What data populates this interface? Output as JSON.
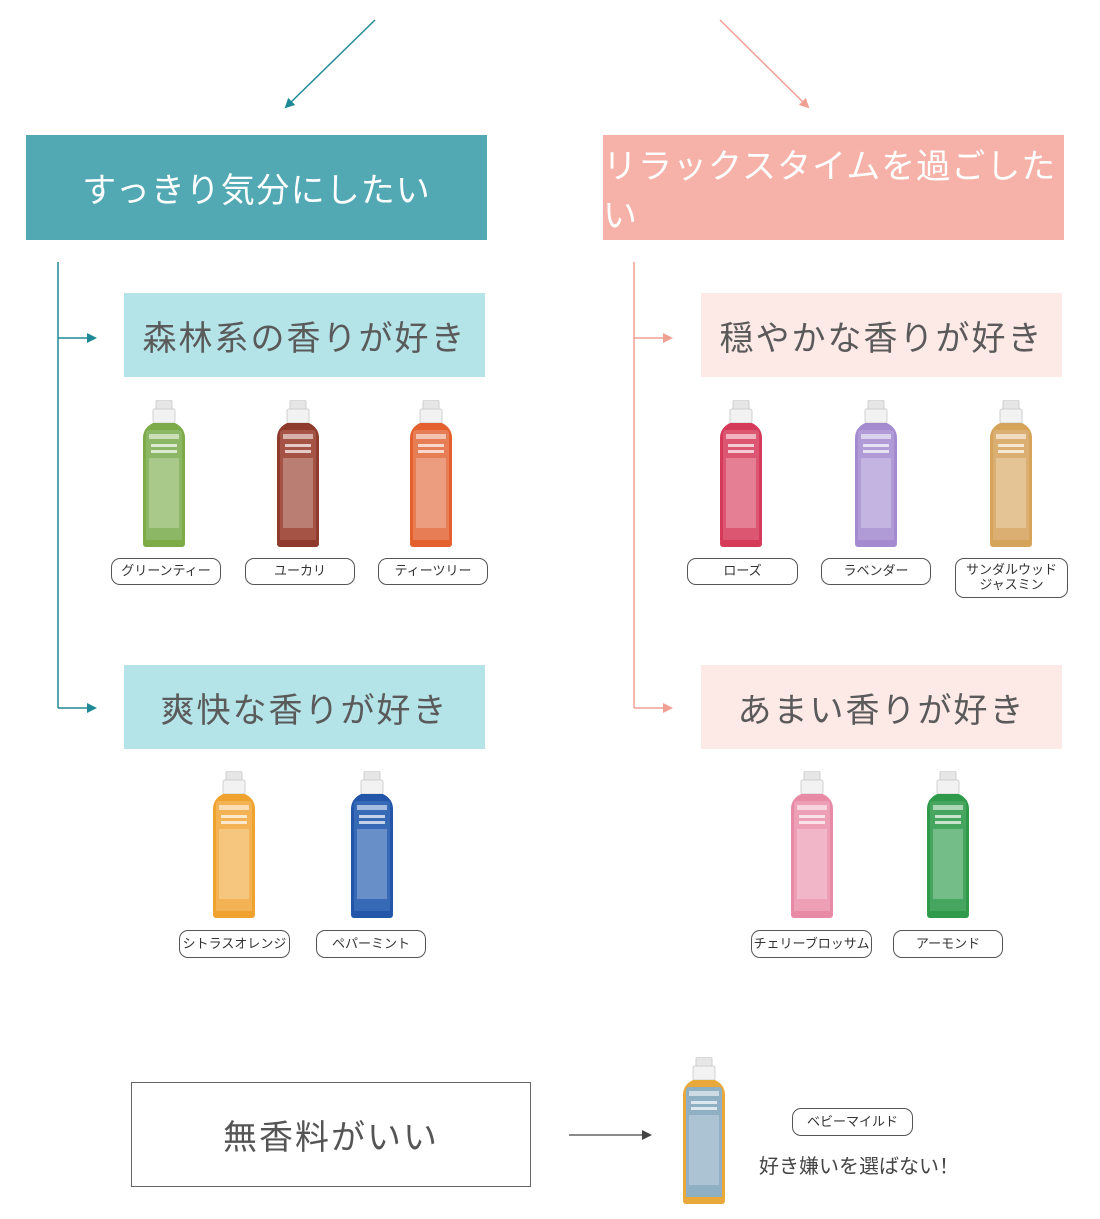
{
  "colors": {
    "teal": "#52a9b4",
    "teal_light": "#b4e3e8",
    "teal_line": "#1f8a96",
    "salmon": "#f6b2a8",
    "salmon_light": "#fde9e6",
    "salmon_line": "#f0a093"
  },
  "left": {
    "title": "すっきり気分にしたい",
    "groups": [
      {
        "title": "森林系の香りが好き",
        "items": [
          {
            "label": "グリーンティー",
            "color": "#7cab48",
            "label_color": "#8fb86a",
            "icon": "soap-bottle-icon"
          },
          {
            "label": "ユーカリ",
            "color": "#8e3a2c",
            "label_color": "#a8584a",
            "icon": "soap-bottle-icon"
          },
          {
            "label": "ティーツリー",
            "color": "#e4602f",
            "label_color": "#e8825c",
            "icon": "soap-bottle-icon"
          }
        ]
      },
      {
        "title": "爽快な香りが好き",
        "items": [
          {
            "label": "シトラスオレンジ",
            "color": "#f0a22f",
            "label_color": "#f3b65a",
            "icon": "soap-bottle-icon"
          },
          {
            "label": "ペパーミント",
            "color": "#2356a8",
            "label_color": "#3a6db8",
            "icon": "soap-bottle-icon"
          }
        ]
      }
    ]
  },
  "right": {
    "title": "リラックスタイムを過ごしたい",
    "groups": [
      {
        "title": "穏やかな香りが好き",
        "items": [
          {
            "label": "ローズ",
            "color": "#d63a5a",
            "label_color": "#de5c76",
            "icon": "soap-bottle-icon"
          },
          {
            "label": "ラベンダー",
            "color": "#a48bd0",
            "label_color": "#b39dd8",
            "icon": "soap-bottle-icon"
          },
          {
            "label": "サンダルウッド\nジャスミン",
            "color": "#d6a35a",
            "label_color": "#dcb276",
            "icon": "soap-bottle-icon"
          }
        ]
      },
      {
        "title": "あまい香りが好き",
        "items": [
          {
            "label": "チェリーブロッサム",
            "color": "#e88aa6",
            "label_color": "#eda2b8",
            "icon": "soap-bottle-icon"
          },
          {
            "label": "アーモンド",
            "color": "#2f9a4a",
            "label_color": "#4aa864",
            "icon": "soap-bottle-icon"
          }
        ]
      }
    ]
  },
  "unscented": {
    "title": "無香料がいい",
    "product_label": "ベビーマイルド",
    "note": "好き嫌いを選ばない！",
    "color": "#e8a93a",
    "label_color": "#7fb0dc",
    "icon": "soap-bottle-icon"
  }
}
